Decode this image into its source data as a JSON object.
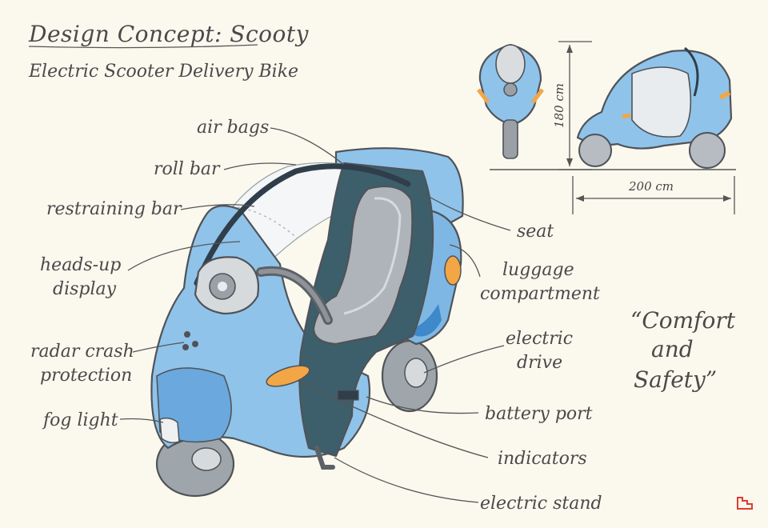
{
  "title": "Design Concept: Scooty",
  "subtitle": "Electric Scooter Delivery Bike",
  "quote": [
    "“Comfort",
    "and",
    "Safety”"
  ],
  "dimensions": {
    "height": "180 cm",
    "length": "200 cm"
  },
  "labels_left": {
    "air_bags": "air bags",
    "roll_bar": "roll bar",
    "restraining_bar": "restraining bar",
    "heads_up_1": "heads-up",
    "heads_up_2": "display",
    "radar_1": "radar crash",
    "radar_2": "protection",
    "fog_light": "fog light"
  },
  "labels_right": {
    "seat": "seat",
    "luggage_1": "luggage",
    "luggage_2": "compartment",
    "drive_1": "electric",
    "drive_2": "drive",
    "battery_port": "battery port",
    "indicators": "indicators",
    "electric_stand": "electric stand"
  },
  "colors": {
    "background": "#fbf8ee",
    "body_blue": "#8fc3ea",
    "dark_blue": "#3f88c9",
    "interior": "#3c5f6b",
    "indicator_orange": "#f2a645",
    "ink": "#4a4a4a",
    "logo_red": "#e23b2e"
  }
}
